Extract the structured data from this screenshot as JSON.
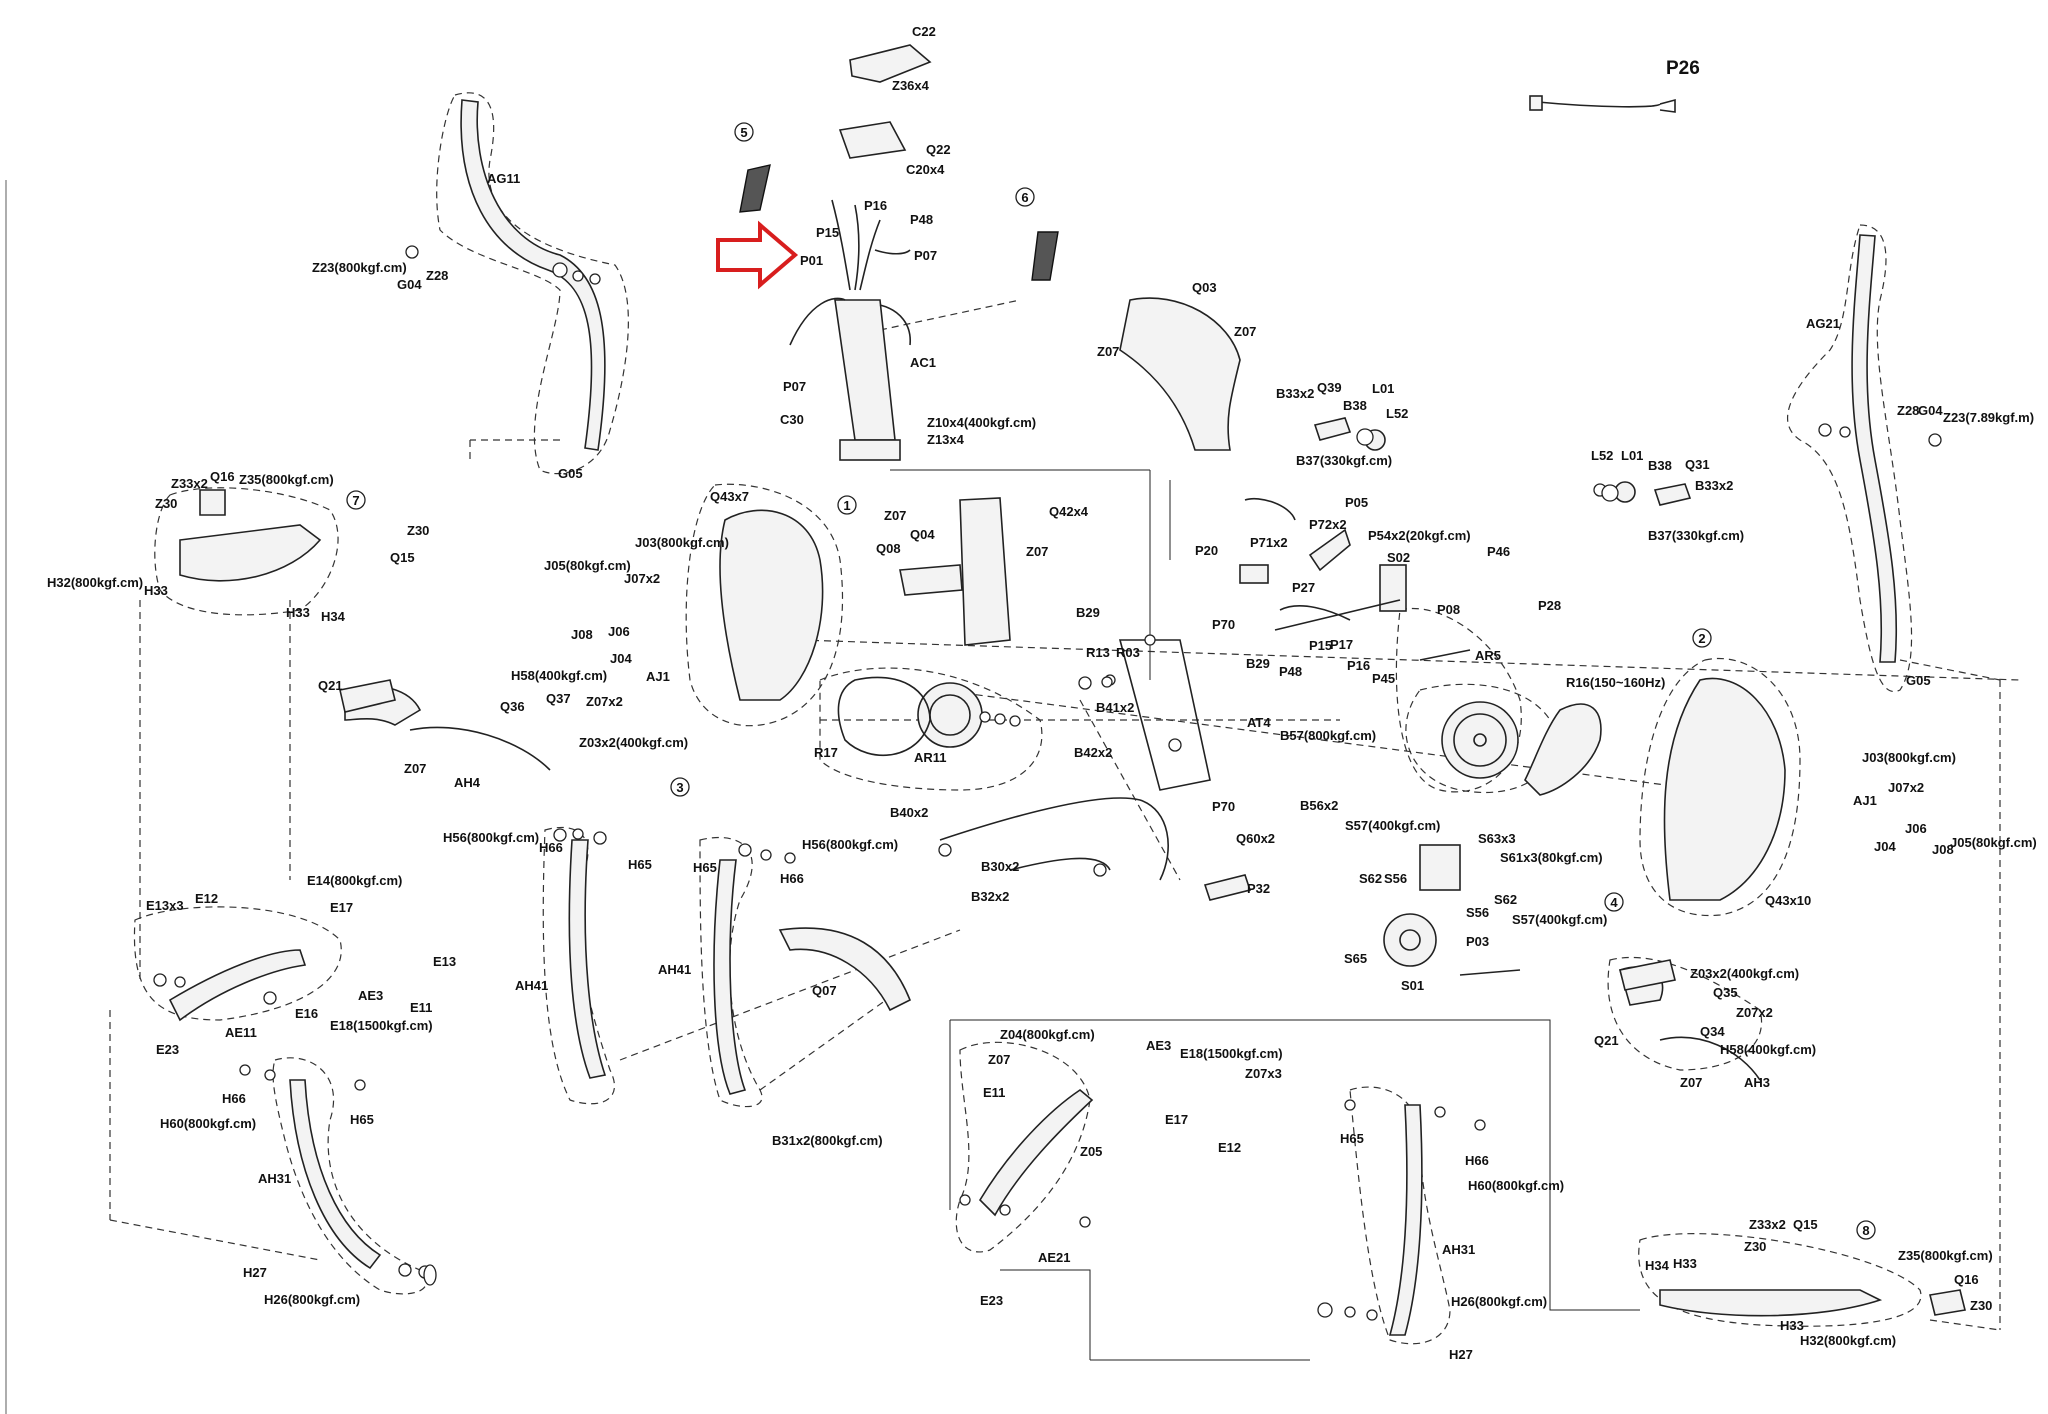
{
  "highlight": {
    "target": "P01",
    "color": "#d81e1e"
  },
  "labels": {
    "C22": "C22",
    "Z36x4": "Z36x4",
    "Q22": "Q22",
    "C20x4": "C20x4",
    "P16": "P16",
    "P48": "P48",
    "P15": "P15",
    "P01": "P01",
    "P07": "P07",
    "P26": "P26",
    "AG11": "AG11",
    "Z23_800": "Z23(800kgf.cm)",
    "G04": "G04",
    "Z28": "Z28",
    "G05": "G05",
    "AC1": "AC1",
    "P07b": "P07",
    "C30": "C30",
    "Z10x4": "Z10x4(400kgf.cm)",
    "Z13x4": "Z13x4",
    "Q03": "Q03",
    "Z07a": "Z07",
    "Z07b": "Z07",
    "B33x2": "B33x2",
    "Q39": "Q39",
    "B38": "B38",
    "L01": "L01",
    "L52": "L52",
    "B37_330": "B37(330kgf.cm)",
    "L52b": "L52",
    "L01b": "L01",
    "B38b": "B38",
    "Q31": "Q31",
    "B33x2b": "B33x2",
    "B37_330b": "B37(330kgf.cm)",
    "AG21": "AG21",
    "Z28b": "Z28",
    "G04b": "G04",
    "Z23_789": "Z23(7.89kgf.m)",
    "G05b": "G05",
    "Z33x2": "Z33x2",
    "Q16": "Q16",
    "Z35_800": "Z35(800kgf.cm)",
    "Z30": "Z30",
    "Z30b": "Z30",
    "Q15": "Q15",
    "H32_800": "H32(800kgf.cm)",
    "H33": "H33",
    "H33b": "H33",
    "H34": "H34",
    "Q43x7": "Q43x7",
    "J03_800": "J03(800kgf.cm)",
    "J05_80": "J05(80kgf.cm)",
    "J07x2": "J07x2",
    "J08": "J08",
    "J06": "J06",
    "J04": "J04",
    "AJ1": "AJ1",
    "Z07c": "Z07",
    "Q42x4": "Q42x4",
    "Q04": "Q04",
    "Q08": "Q08",
    "Z07d": "Z07",
    "P71x2": "P71x2",
    "P05": "P05",
    "P72x2": "P72x2",
    "P54x2": "P54x2(20kgf.cm)",
    "S02": "S02",
    "P46": "P46",
    "P20": "P20",
    "P27": "P27",
    "P08": "P08",
    "P28": "P28",
    "B29": "B29",
    "B29b": "B29",
    "P70": "P70",
    "R13": "R13",
    "R03": "R03",
    "P15b": "P15",
    "P17": "P17",
    "P48b": "P48",
    "P16b": "P16",
    "P45": "P45",
    "AR5": "AR5",
    "R16": "R16(150~160Hz)",
    "Q21": "Q21",
    "H58_400": "H58(400kgf.cm)",
    "Q37": "Q37",
    "Z07x2": "Z07x2",
    "Q36": "Q36",
    "Z03x2_400": "Z03x2(400kgf.cm)",
    "Z07e": "Z07",
    "AH4": "AH4",
    "R17": "R17",
    "AR11": "AR11",
    "B41x2": "B41x2",
    "B42x2": "B42x2",
    "AT4": "AT4",
    "B57_800": "B57(800kgf.cm)",
    "P70b": "P70",
    "B56x2": "B56x2",
    "Q60x2": "Q60x2",
    "P32": "P32",
    "H56_800": "H56(800kgf.cm)",
    "H66": "H66",
    "H65": "H65",
    "H65b": "H65",
    "H56_800b": "H56(800kgf.cm)",
    "H66b": "H66",
    "B40x2": "B40x2",
    "B30x2": "B30x2",
    "B32x2": "B32x2",
    "S57_400": "S57(400kgf.cm)",
    "S63x3": "S63x3",
    "S61x3": "S61x3(80kgf.cm)",
    "S62": "S62",
    "S56": "S56",
    "S56b": "S56",
    "S62b": "S62",
    "S57_400b": "S57(400kgf.cm)",
    "S65": "S65",
    "S01": "S01",
    "P03": "P03",
    "J03_800b": "J03(800kgf.cm)",
    "AJ1b": "AJ1",
    "J07x2b": "J07x2",
    "J06b": "J06",
    "J04b": "J04",
    "J08b": "J08",
    "J05_80b": "J05(80kgf.cm)",
    "Q43x10": "Q43x10",
    "E14_800": "E14(800kgf.cm)",
    "E13x3": "E13x3",
    "E12": "E12",
    "E17": "E17",
    "E13": "E13",
    "AE3": "AE3",
    "E11": "E11",
    "E16": "E16",
    "E18_1500": "E18(1500kgf.cm)",
    "AE11": "AE11",
    "E23": "E23",
    "AH41": "AH41",
    "AH41b": "AH41",
    "Q07": "Q07",
    "Z03x2_400b": "Z03x2(400kgf.cm)",
    "Q35": "Q35",
    "Z07x2b": "Z07x2",
    "Q21b": "Q21",
    "Q34": "Q34",
    "H58_400b": "H58(400kgf.cm)",
    "Z07f": "Z07",
    "AH3": "AH3",
    "H66c": "H66",
    "H60_800": "H60(800kgf.cm)",
    "H65c": "H65",
    "AH31": "AH31",
    "H27": "H27",
    "H26_800": "H26(800kgf.cm)",
    "B31x2_800": "B31x2(800kgf.cm)",
    "Z04_800": "Z04(800kgf.cm)",
    "Z07g": "Z07",
    "E11b": "E11",
    "AE3b": "AE3",
    "E18_1500b": "E18(1500kgf.cm)",
    "Z07x3": "Z07x3",
    "E17b": "E17",
    "Z05": "Z05",
    "E12b": "E12",
    "AE21": "AE21",
    "E23b": "E23",
    "H65d": "H65",
    "H66d": "H66",
    "H60_800b": "H60(800kgf.cm)",
    "AH31b": "AH31",
    "H26_800b": "H26(800kgf.cm)",
    "H27b": "H27",
    "Z33x2b": "Z33x2",
    "Q15b": "Q15",
    "Z30c": "Z30",
    "H34b": "H34",
    "H33c": "H33",
    "Z35_800b": "Z35(800kgf.cm)",
    "Q16b": "Q16",
    "Z30d": "Z30",
    "H33d": "H33",
    "H32_800b": "H32(800kgf.cm)"
  },
  "callouts": {
    "c1": "1",
    "c2": "2",
    "c3": "3",
    "c4": "4",
    "c5": "5",
    "c6": "6",
    "c7": "7",
    "c8": "8"
  }
}
